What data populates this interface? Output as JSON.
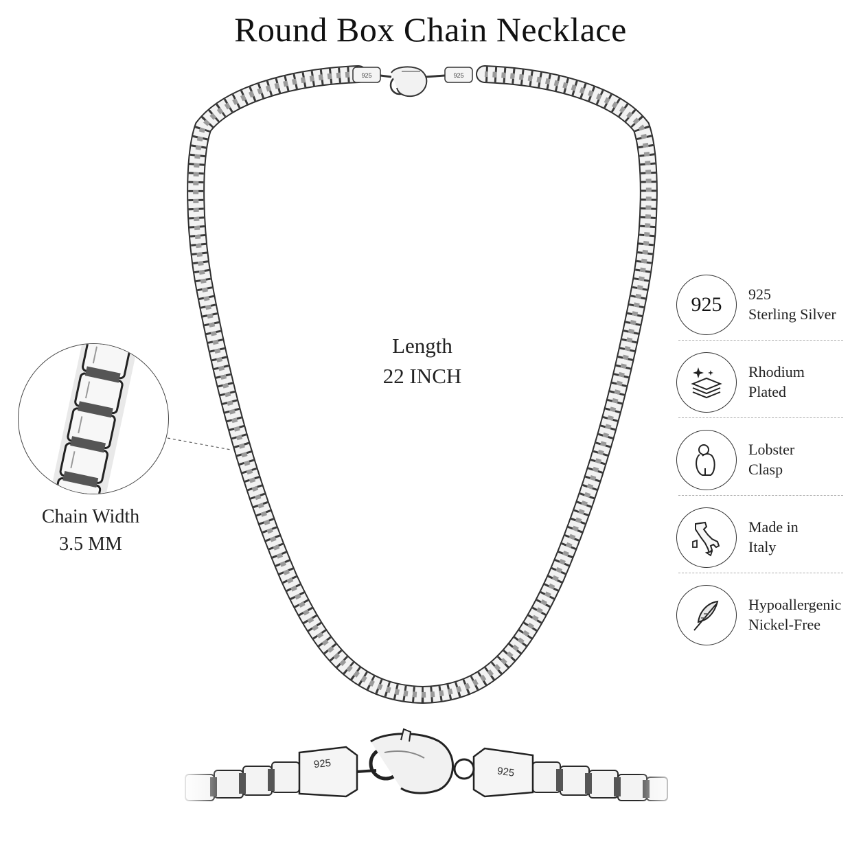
{
  "title": "Round Box Chain Necklace",
  "length": {
    "label": "Length",
    "value": "22 INCH"
  },
  "chain_width": {
    "label": "Chain Width",
    "value": "3.5 MM"
  },
  "stamp": "925",
  "features": [
    {
      "icon": "925-badge-icon",
      "badge": "925",
      "line1": "925",
      "line2": "Sterling Silver"
    },
    {
      "icon": "sparkle-layers-icon",
      "line1": "Rhodium",
      "line2": "Plated"
    },
    {
      "icon": "lobster-clasp-icon",
      "line1": "Lobster",
      "line2": "Clasp"
    },
    {
      "icon": "italy-map-icon",
      "line1": "Made in",
      "line2": "Italy"
    },
    {
      "icon": "feather-icon",
      "line1": "Hypoallergenic",
      "line2": "Nickel-Free"
    }
  ],
  "colors": {
    "line": "#3a3a3a",
    "silver": "#d9d9d9",
    "text": "#1a1a1a"
  }
}
